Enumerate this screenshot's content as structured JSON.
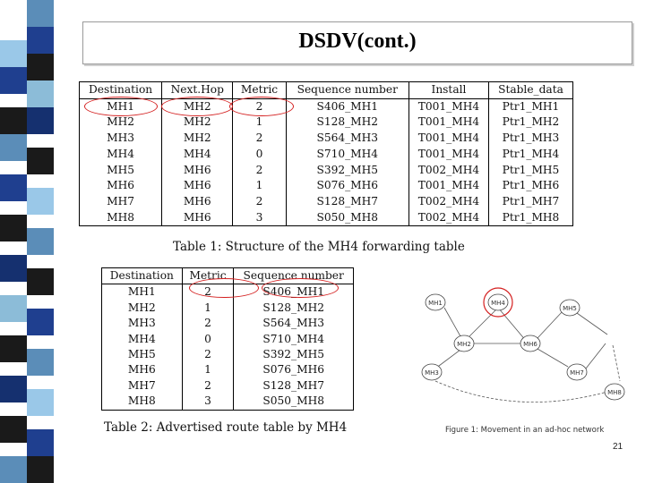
{
  "slide": {
    "title": "DSDV(cont.)",
    "page_number": "21",
    "strip_colors": [
      "#5b8db8",
      "#1f3f8f",
      "#8cbcd8",
      "#1a1a1a",
      "#9ac8e8",
      "#15306f",
      "#d8e8f4",
      "#10204c"
    ]
  },
  "table1": {
    "caption": "Table 1: Structure of the MH4 forwarding table",
    "headers": [
      "Destination",
      "Next.Hop",
      "Metric",
      "Sequence number",
      "Install",
      "Stable_data"
    ],
    "rows": [
      [
        "MH1",
        "MH2",
        "2",
        "S406_MH1",
        "T001_MH4",
        "Ptr1_MH1"
      ],
      [
        "MH2",
        "MH2",
        "1",
        "S128_MH2",
        "T001_MH4",
        "Ptr1_MH2"
      ],
      [
        "MH3",
        "MH2",
        "2",
        "S564_MH3",
        "T001_MH4",
        "Ptr1_MH3"
      ],
      [
        "MH4",
        "MH4",
        "0",
        "S710_MH4",
        "T001_MH4",
        "Ptr1_MH4"
      ],
      [
        "MH5",
        "MH6",
        "2",
        "S392_MH5",
        "T002_MH4",
        "Ptr1_MH5"
      ],
      [
        "MH6",
        "MH6",
        "1",
        "S076_MH6",
        "T001_MH4",
        "Ptr1_MH6"
      ],
      [
        "MH7",
        "MH6",
        "2",
        "S128_MH7",
        "T002_MH4",
        "Ptr1_MH7"
      ],
      [
        "MH8",
        "MH6",
        "3",
        "S050_MH8",
        "T002_MH4",
        "Ptr1_MH8"
      ]
    ]
  },
  "table2": {
    "caption": "Table 2: Advertised route table by MH4",
    "headers": [
      "Destination",
      "Metric",
      "Sequence number"
    ],
    "rows": [
      [
        "MH1",
        "2",
        "S406_MH1"
      ],
      [
        "MH2",
        "1",
        "S128_MH2"
      ],
      [
        "MH3",
        "2",
        "S564_MH3"
      ],
      [
        "MH4",
        "0",
        "S710_MH4"
      ],
      [
        "MH5",
        "2",
        "S392_MH5"
      ],
      [
        "MH6",
        "1",
        "S076_MH6"
      ],
      [
        "MH7",
        "2",
        "S128_MH7"
      ],
      [
        "MH8",
        "3",
        "S050_MH8"
      ]
    ]
  },
  "figure": {
    "caption": "Figure 1: Movement in an ad-hoc network",
    "nodes": [
      "MH1",
      "MH4",
      "MH5",
      "MH2",
      "MH6",
      "MH3",
      "MH7",
      "MH8"
    ],
    "highlight_color": "#d42020"
  }
}
